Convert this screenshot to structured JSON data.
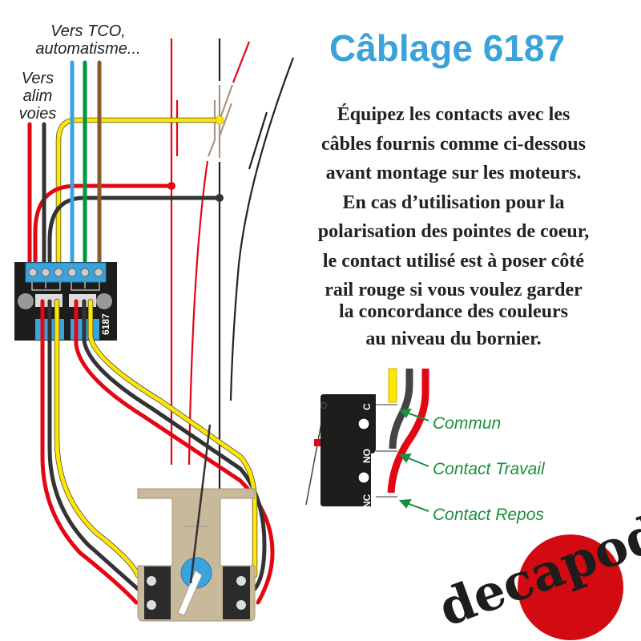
{
  "title": "Câblage 6187",
  "labels": {
    "tco_line1": "Vers TCO,",
    "tco_line2": "automatisme...",
    "alim_line1": "Vers",
    "alim_line2": "alim",
    "alim_line3": "voies",
    "module_ref": "6187"
  },
  "instructions": [
    "Équipez les contacts avec les",
    "câbles fournis comme ci-dessous",
    "avant montage sur les moteurs.",
    "En cas d’utilisation pour la",
    "polarisation des pointes de coeur,",
    "le contact utilisé est à poser côté",
    "rail rouge si vous voulez garder",
    "la concordance des couleurs",
    "au niveau du bornier."
  ],
  "switch": {
    "pins": [
      "C",
      "NO",
      "NC"
    ],
    "callouts": [
      "Commun",
      "Contact Travail",
      "Contact Repos"
    ]
  },
  "logo": "decapod",
  "colors": {
    "red": "#e30613",
    "black": "#333333",
    "yellow": "#ffe600",
    "blue": "#3aa3dc",
    "green": "#009640",
    "brown": "#8b5a2b",
    "plate": "#c9b99b",
    "callout": "#1a8f3c"
  }
}
